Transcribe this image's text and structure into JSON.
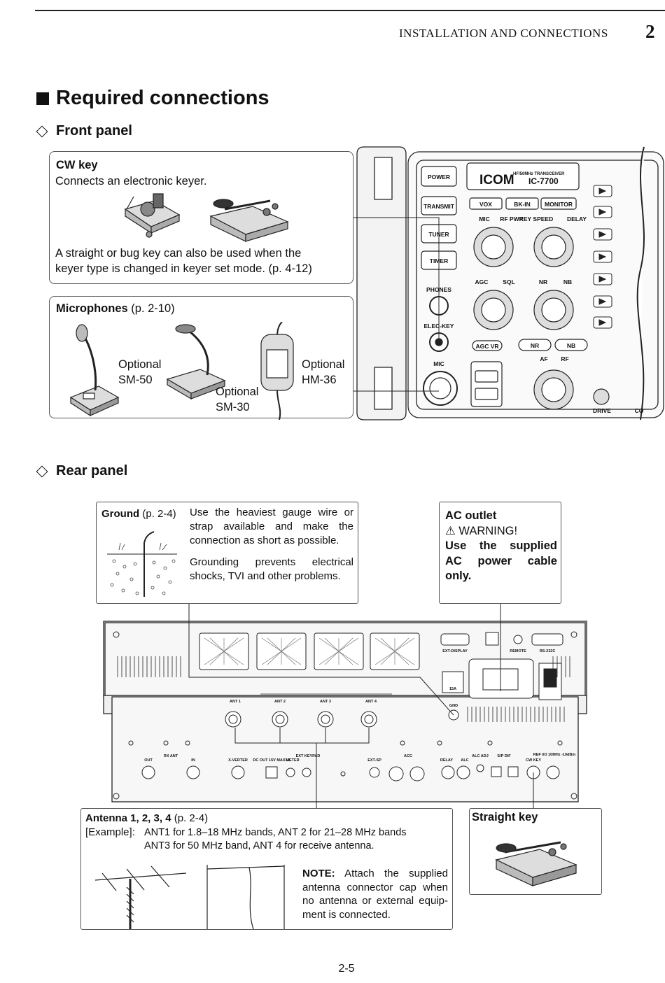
{
  "header": {
    "section_title": "INSTALLATION AND CONNECTIONS",
    "chapter": "2"
  },
  "title": "Required connections",
  "front": {
    "heading": "Front panel",
    "cwkey": {
      "title": "CW key",
      "line1": "Connects an electronic keyer.",
      "line2a": "A straight or bug key can also be used when the",
      "line2b": "keyer type is changed in keyer set mode. (p. 4-12)"
    },
    "mics": {
      "title": "Microphones",
      "ref": " (p. 2-10)",
      "sm50": [
        "Optional",
        "SM-50"
      ],
      "sm30": [
        "Optional",
        "SM-30"
      ],
      "hm36": [
        "Optional",
        "HM-36"
      ]
    },
    "radio": {
      "brand": "ICOM",
      "model": "IC-7700",
      "subtitle": "HF/50MHz TRANSCEIVER",
      "buttons": [
        "POWER",
        "TRANSMIT",
        "TUNER",
        "TIMER",
        "VOX",
        "BK-IN",
        "MONITOR",
        "AGC VR",
        "NR",
        "NB"
      ],
      "labels": [
        "MIC",
        "RF PWR",
        "KEY SPEED",
        "DELAY",
        "AGC",
        "SQL",
        "NR",
        "NB",
        "AF",
        "RF",
        "PHONES",
        "ELEC-KEY",
        "MIC",
        "DRIVE",
        "CO"
      ]
    }
  },
  "rear": {
    "heading": "Rear panel",
    "ground": {
      "title": "Ground",
      "ref": " (p. 2-4)",
      "p1": [
        "Use the heaviest gauge wire or",
        "strap available and make the",
        "connection as short as possible."
      ],
      "p2": [
        "Grounding prevents electrical",
        "shocks, TVI and other problems."
      ]
    },
    "ac": {
      "title": "AC outlet",
      "warning": "⚠ WARNING!",
      "body": [
        "Use the supplied",
        "AC power cable",
        "only."
      ]
    },
    "panel_labels": {
      "ext_display": "EXT-DISPLAY",
      "remote": "REMOTE",
      "rs232c": "RS-232C",
      "fuse": "15A",
      "gnd": "GND",
      "ant1": "ANT 1",
      "ant2": "ANT 2",
      "ant3": "ANT 3",
      "ant4": "ANT 4",
      "rxant": "RX ANT",
      "out": "OUT",
      "in": "IN",
      "xverter": "X-VERTER",
      "dcout": "DC OUT 15V MAX1A",
      "meter": "METER",
      "extkeypad": "EXT KEYPAD",
      "extsp": "EXT-SP",
      "acc": "ACC",
      "relay": "RELAY",
      "alc": "ALC",
      "alcadj": "ALC ADJ",
      "spdif": "S/P DIF",
      "cwkey": "CW KEY",
      "refio": "REF I/O 10MHz -10dBm"
    },
    "antenna": {
      "title": "Antenna 1, 2, 3, 4",
      "ref": " (p. 2-4)",
      "example_label": "[Example]:",
      "ex1": "ANT1 for 1.8–18 MHz bands, ANT 2 for 21–28 MHz bands",
      "ex2": "ANT3 for 50 MHz band, ANT 4 for receive antenna.",
      "note_label": "NOTE:",
      "note": [
        " Attach the supplied",
        "antenna connector cap when",
        "no antenna or external equip-",
        "ment is connected."
      ]
    },
    "straight_key": {
      "title": "Straight key"
    }
  },
  "page_number": "2-5"
}
